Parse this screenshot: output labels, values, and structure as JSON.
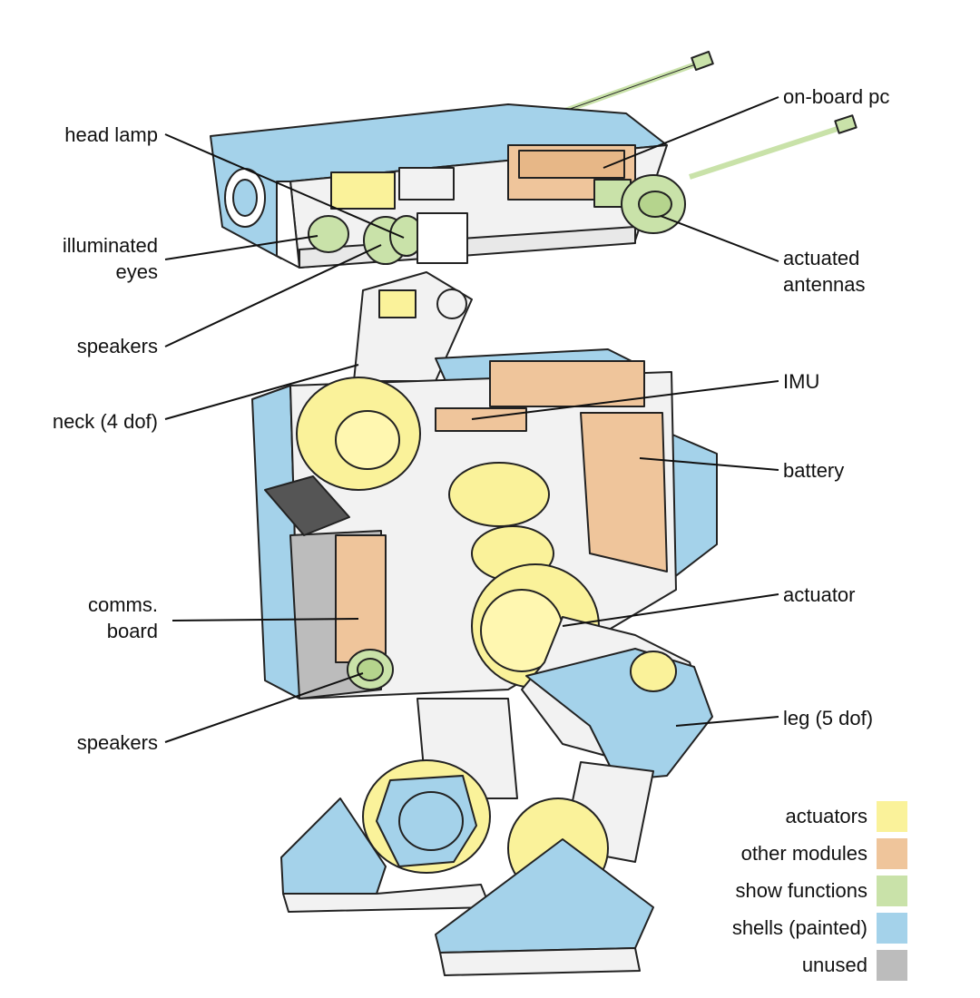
{
  "labels": {
    "head_lamp": "head lamp",
    "illuminated_eyes_1": "illuminated",
    "illuminated_eyes_2": "eyes",
    "speakers_top": "speakers",
    "neck": "neck (4 dof)",
    "comms_1": "comms.",
    "comms_2": "board",
    "speakers_bottom": "speakers",
    "onboard_pc": "on-board pc",
    "antennas_1": "actuated",
    "antennas_2": "antennas",
    "imu": "IMU",
    "battery": "battery",
    "actuator": "actuator",
    "leg": "leg (5 dof)"
  },
  "legend": [
    {
      "label": "actuators",
      "color": "#faf29a"
    },
    {
      "label": "other modules",
      "color": "#efc59b"
    },
    {
      "label": "show functions",
      "color": "#c9e2a9"
    },
    {
      "label": "shells (painted)",
      "color": "#a4d2ea"
    },
    {
      "label": "unused",
      "color": "#bcbcbc"
    }
  ],
  "colors": {
    "actuator": "#faf29a",
    "module": "#efc59b",
    "show": "#c9e2a9",
    "shell": "#a4d2ea",
    "unused": "#bcbcbc",
    "frame": "#f2f2f2",
    "outline": "#222222"
  }
}
